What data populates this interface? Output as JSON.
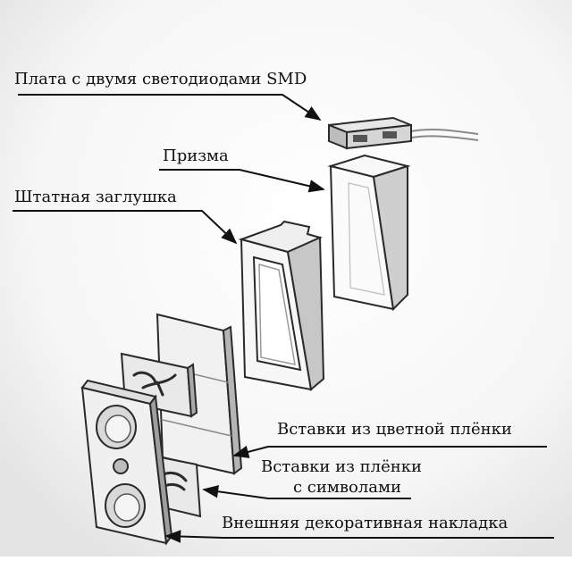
{
  "labels": {
    "board": "Плата с двумя светодиодами SMD",
    "prism": "Призма",
    "plug": "Штатная заглушка",
    "color_film": "Вставки из цветной плёнки",
    "symbol_film_line1": "Вставки из плёнки",
    "symbol_film_line2": "с символами",
    "overlay": "Внешняя декоративная накладка"
  },
  "colors": {
    "ink": "#111111",
    "stroke": "#2a2a2a",
    "shade": "#9a9a9a",
    "fill": "#f2f2f2"
  }
}
